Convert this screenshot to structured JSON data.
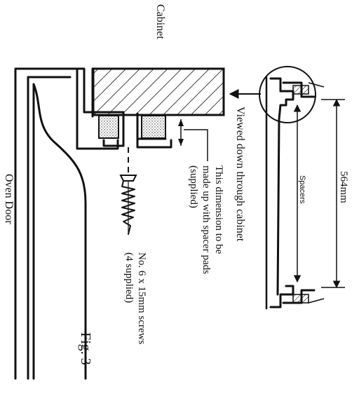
{
  "labels": {
    "cabinet": "Cabinet",
    "viewed": "Viewed down through cabinet",
    "dimension_line1": "This dimension to be",
    "dimension_line2": "made up with spacer pads",
    "dimension_line3": "(supplied)",
    "screws_line1": "No. 6 x 15mm screws",
    "screws_line2": "(4 supplied)",
    "oven_door": "Oven Door",
    "spacers": "Spacers",
    "measure": "564mm",
    "fig": "Fig. 3"
  }
}
